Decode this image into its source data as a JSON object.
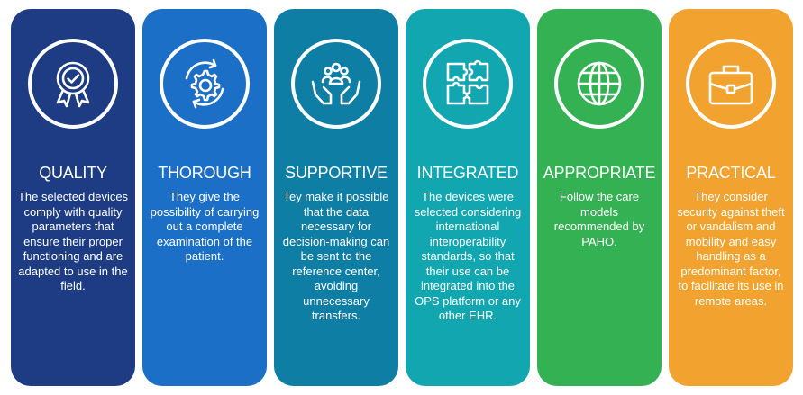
{
  "cards": [
    {
      "title": "QUALITY",
      "description": "The selected devices comply with quality parameters that ensure their proper functioning and are adapted to use in the field.",
      "icon": "award-ribbon-icon",
      "color": "#1d3c84"
    },
    {
      "title": "THOROUGH",
      "description": "They give the possibility of carrying out a complete examination of the patient.",
      "icon": "gear-cycle-icon",
      "color": "#1b6fc6"
    },
    {
      "title": "SUPPORTIVE",
      "description": "Tey make it possible that the data necessary for decision-making can be sent to the reference center, avoiding unnecessary transfers.",
      "icon": "hands-people-icon",
      "color": "#0f7ea5"
    },
    {
      "title": "INTEGRATED",
      "description": "The devices were selected considering international interoperability standards, so that their use can be integrated into the OPS platform or any other EHR.",
      "icon": "puzzle-icon",
      "color": "#12a6b0"
    },
    {
      "title": "APPROPRIATE",
      "description": "Follow the care models recommended by PAHO.",
      "icon": "globe-icon",
      "color": "#34b253"
    },
    {
      "title": "PRACTICAL",
      "description": "They consider security against theft or vandalism and mobility and easy handling as a predominant factor, to facilitate its use in remote areas.",
      "icon": "briefcase-icon",
      "color": "#f2a22e"
    }
  ]
}
